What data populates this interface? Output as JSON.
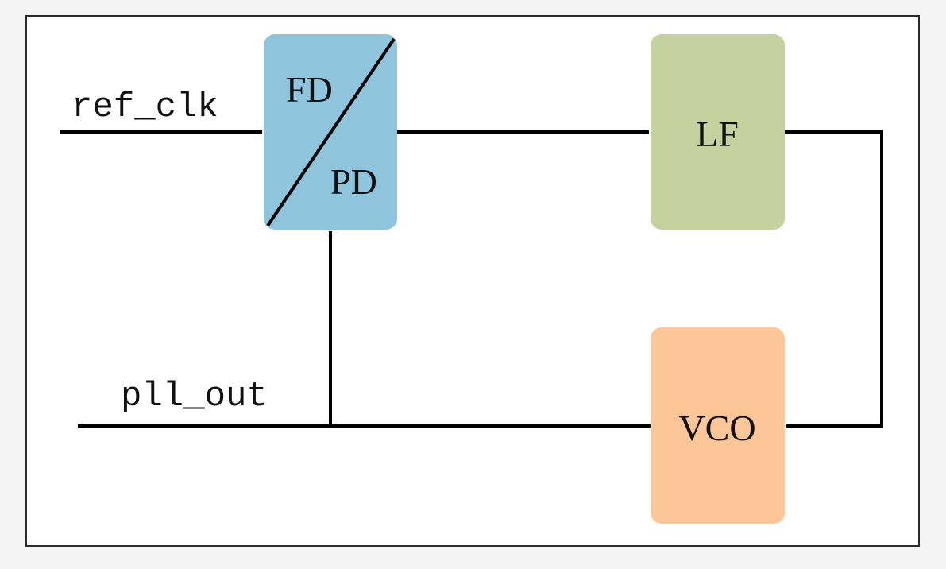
{
  "signals": {
    "input": "ref_clk",
    "output": "pll_out"
  },
  "blocks": {
    "phase_detector": {
      "top_label": "FD",
      "bottom_label": "PD",
      "color": "#8EC5DD"
    },
    "loop_filter": {
      "label": "LF",
      "color": "#C5D19F"
    },
    "vco": {
      "label": "VCO",
      "color": "#FDC696"
    }
  },
  "colors": {
    "border": "#2a2a2a",
    "line": "#000000",
    "panel": "#ffffff"
  }
}
